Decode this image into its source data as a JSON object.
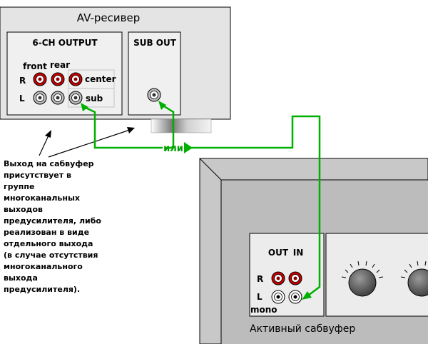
{
  "receiver": {
    "title": "AV-ресивер",
    "six_ch_header": "6-CH OUTPUT",
    "front_label": "front",
    "rear_label": "rear",
    "row_r": "R",
    "row_l": "L",
    "center_label": "center",
    "sub_label": "sub",
    "sub_out_header": "SUB OUT"
  },
  "connector": {
    "or_label": "или"
  },
  "note": {
    "text": "Выход на сабвуфер\nприсутствует в\nгруппе\nмногоканальных\nвыходов\nпредусилителя, либо\nреализован в виде\nотдельного выхода\n(в случае отсутствия\nмногоканального\nвыхода\nпредусилителя)."
  },
  "subwoofer": {
    "title": "Активный сабвуфер",
    "out_label": "OUT",
    "in_label": "IN",
    "row_r": "R",
    "row_l": "L",
    "mono_label": "mono"
  },
  "colors": {
    "wire": "#00b000",
    "jack_red": "#cc0000",
    "panel_gray": "#c8c8c8",
    "inner_gray": "#e6e6e6"
  }
}
